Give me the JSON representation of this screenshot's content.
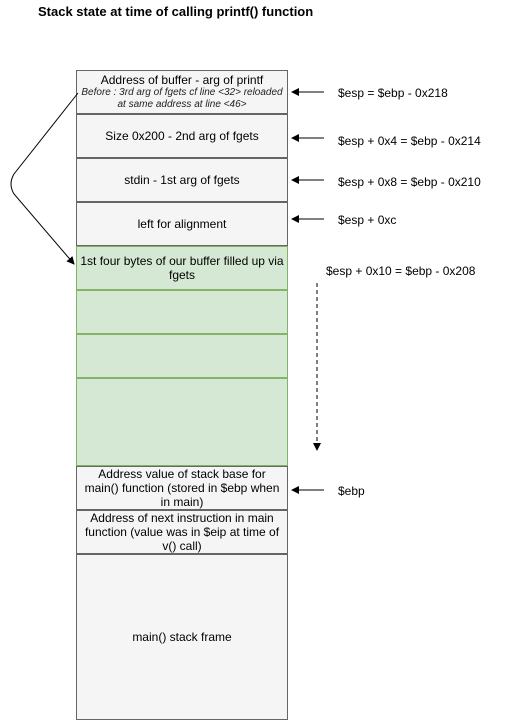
{
  "title": "Stack state at time of calling printf() function",
  "cells": [
    {
      "text": "Address of buffer - arg of printf",
      "note": "Before : 3rd arg of fgets cf line <32> reloaded at same address at line <46>",
      "address": "$esp = $ebp - 0x218"
    },
    {
      "text": "Size 0x200 - 2nd arg of fgets",
      "address": "$esp + 0x4 = $ebp - 0x214"
    },
    {
      "text": "stdin - 1st arg of fgets",
      "address": "$esp + 0x8 = $ebp - 0x210"
    },
    {
      "text": "left for alignment",
      "address": "$esp + 0xc"
    },
    {
      "text": "1st four bytes of our buffer filled up via fgets",
      "address": "$esp + 0x10 = $ebp - 0x208"
    },
    {
      "text": ""
    },
    {
      "text": ""
    },
    {
      "text": ""
    },
    {
      "text": "Address value of stack base for main() function (stored in $ebp when in main)",
      "address": "$ebp"
    },
    {
      "text": "Address of next instruction in main function (value was in $eip at time of v() call)"
    },
    {
      "text": "main() stack frame"
    }
  ],
  "colors": {
    "stack_cell": "#f5f5f5",
    "buffer_cell": "#d5e8d4",
    "buffer_border": "#82b366"
  }
}
